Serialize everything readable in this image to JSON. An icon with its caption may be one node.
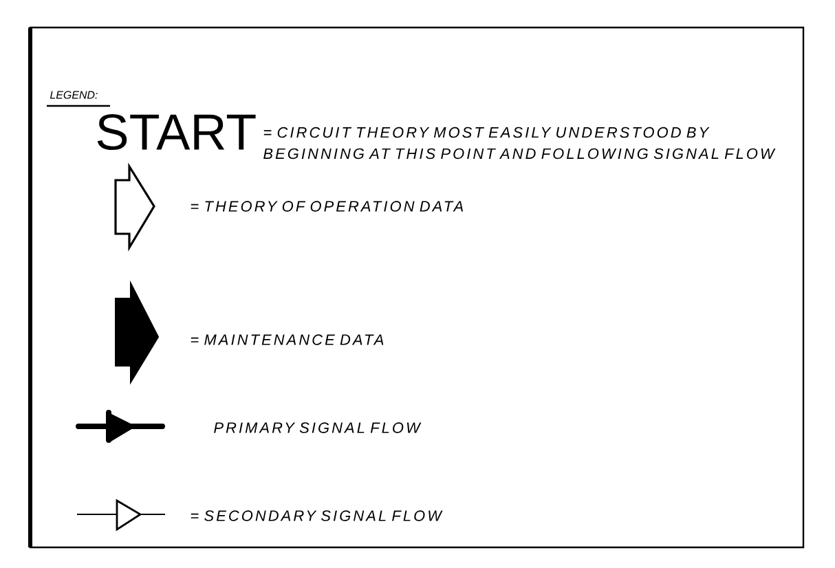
{
  "diagram": {
    "title": "LEGEND:",
    "labels": [
      "START"
    ],
    "legend": [
      {
        "text": "= CIRCUIT THEORY MOST EASILY UNDERSTOOD BY BEGINNING AT THIS POINT AND FOLLOWING SIGNAL FLOW"
      },
      {
        "text": "= THEORY OF OPERATION DATA"
      },
      {
        "text": "= MAINTENANCE DATA"
      },
      {
        "text": "PRIMARY SIGNAL FLOW"
      },
      {
        "text": "= SECONDARY SIGNAL FLOW"
      }
    ]
  }
}
